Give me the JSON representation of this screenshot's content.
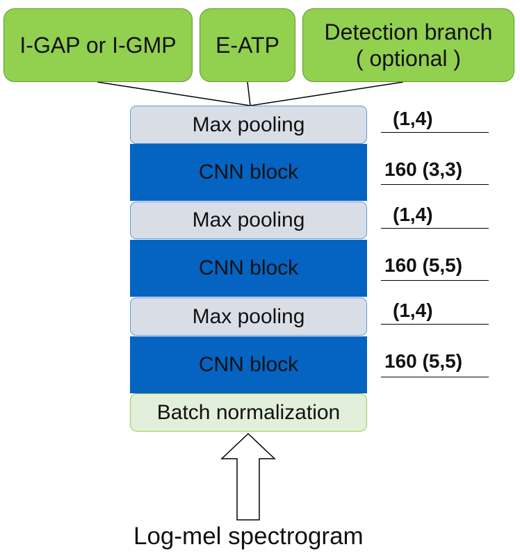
{
  "heads": [
    {
      "line1": "I-GAP or I-GMP",
      "line2": ""
    },
    {
      "line1": "E-ATP",
      "line2": ""
    },
    {
      "line1": "Detection branch",
      "line2": "( optional )"
    }
  ],
  "layers": [
    {
      "label": "Max pooling",
      "kind": "pool",
      "param": "(1,4)"
    },
    {
      "label": "CNN block",
      "kind": "cnn",
      "param": "160 (3,3)"
    },
    {
      "label": "Max pooling",
      "kind": "pool",
      "param": "(1,4)"
    },
    {
      "label": "CNN block",
      "kind": "cnn",
      "param": "160 (5,5)"
    },
    {
      "label": "Max pooling",
      "kind": "pool",
      "param": "(1,4)"
    },
    {
      "label": "CNN block",
      "kind": "cnn",
      "param": "160 (5,5)"
    },
    {
      "label": "Batch normalization",
      "kind": "bn",
      "param": ""
    }
  ],
  "input": {
    "label": "Log-mel spectrogram"
  },
  "colors": {
    "head_fill": "#92d050",
    "pool_fill": "#d9dee6",
    "pool_border": "#5b9bd5",
    "cnn_fill": "#0563c1",
    "bn_fill": "#e2efda",
    "bn_border": "#92d050"
  },
  "icons": {
    "input_arrow": "up-arrow-icon"
  }
}
